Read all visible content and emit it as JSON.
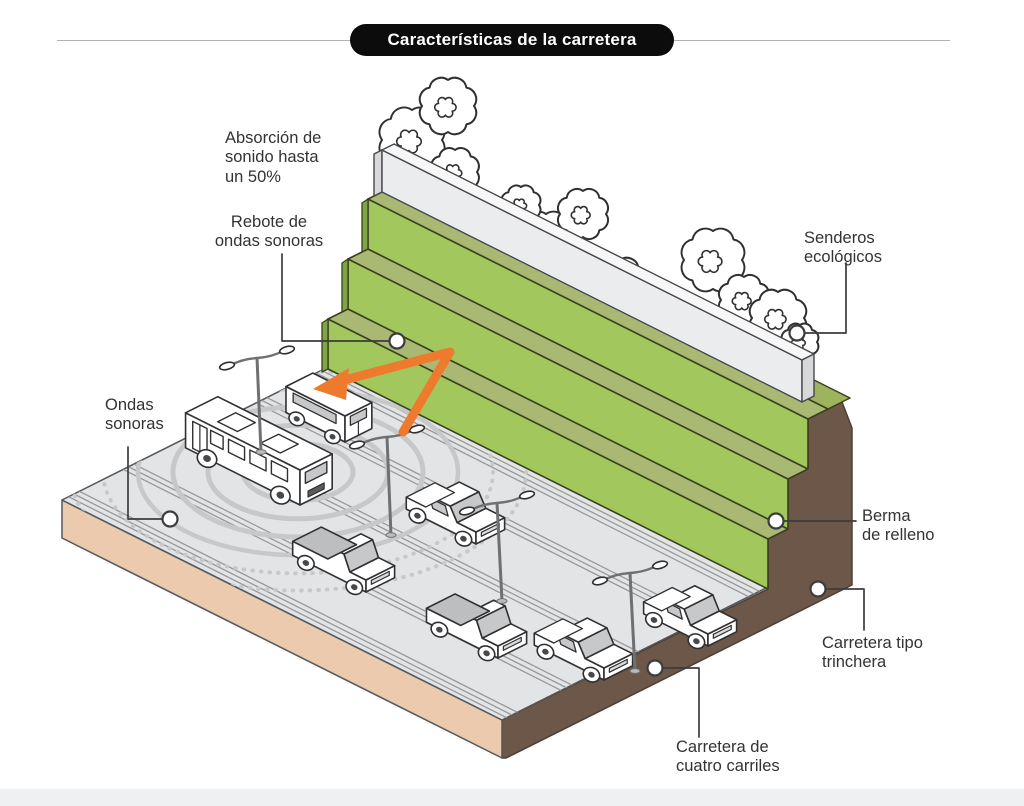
{
  "title": "Características de la carretera",
  "labels": {
    "absorcion": {
      "lines": [
        "Absorción de",
        "sonido hasta",
        "un 50%"
      ]
    },
    "rebote": {
      "lines": [
        "Rebote de",
        "ondas sonoras"
      ]
    },
    "senderos": {
      "lines": [
        "Senderos",
        "ecológicos"
      ]
    },
    "ondas": {
      "lines": [
        "Ondas",
        "sonoras"
      ]
    },
    "berma": {
      "lines": [
        "Berma",
        "de relleno"
      ]
    },
    "trinchera": {
      "lines": [
        "Carretera tipo",
        "trinchera"
      ]
    },
    "cuatro_carriles": {
      "lines": [
        "Carretera de",
        "cuatro carriles"
      ]
    }
  },
  "colors": {
    "title_bg": "#0c0c0c",
    "title_text": "#ffffff",
    "label_text": "#333333",
    "accent_orange": "#ee7a2e",
    "wall_green": "#a1c75d",
    "wall_top_olive": "#a9b973",
    "wall_edge_dark": "#39401f",
    "wall_end_green": "#7fa544",
    "earth_brown": "#6d5748",
    "platform_tan": "#eccaae",
    "road_gray": "#e3e4e6",
    "lane_line": "#98999b",
    "wave_gray": "#c6c8ca",
    "barrier_white": "#ebecee",
    "barrier_top": "#f7f7f8",
    "barrier_side": "#d7d8da",
    "outline_dark": "#303032",
    "window_gray": "#c7c8ca",
    "bottom_band": "#eff0f2",
    "connector": "#3c3c3e"
  },
  "scene": {
    "road_lanes": 4,
    "vehicle_icons": [
      "bus",
      "van",
      "sedan",
      "pickup",
      "pickup",
      "sedan",
      "sedan"
    ],
    "lamp_count": 4,
    "tree_count": 7,
    "wave_arc_count": 6
  }
}
